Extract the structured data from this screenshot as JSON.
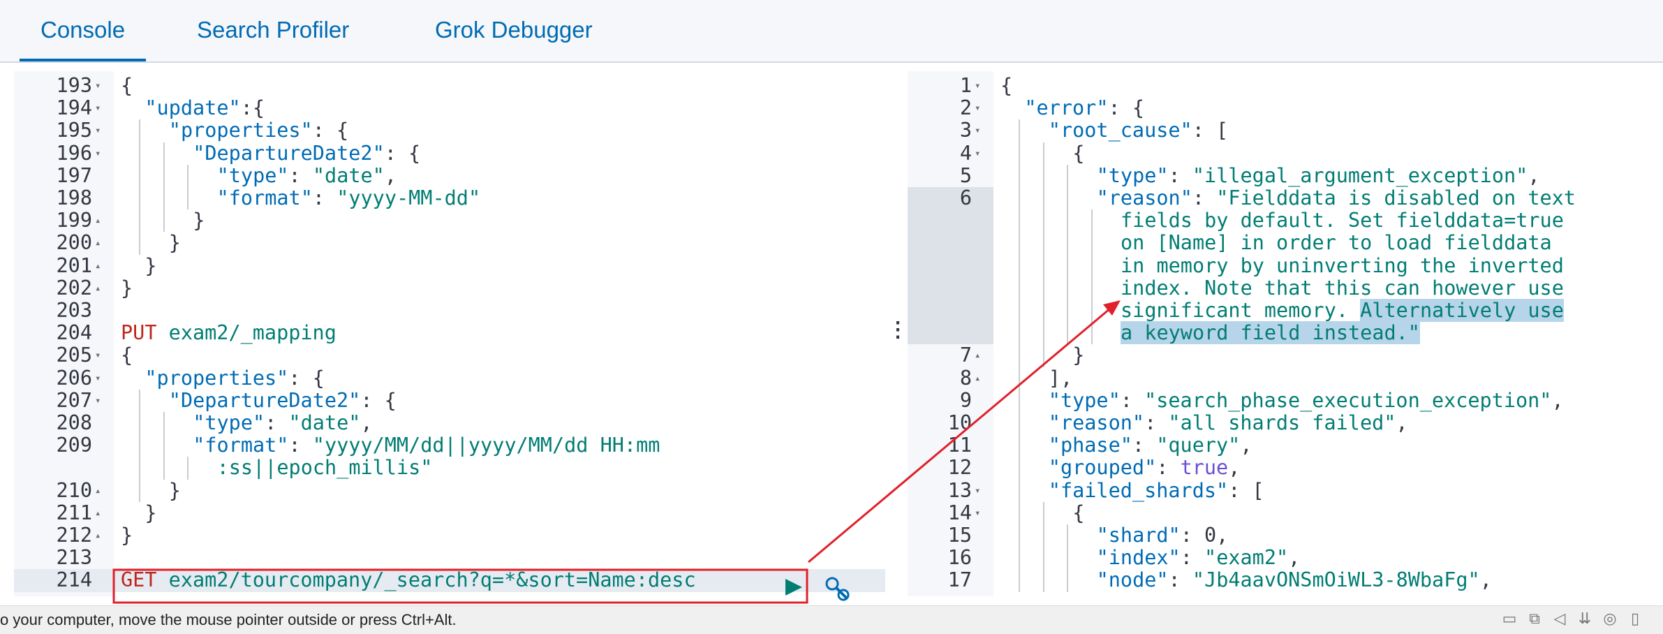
{
  "tabs": [
    "Console",
    "Search Profiler",
    "Grok Debugger"
  ],
  "request_lines": [
    {
      "n": "193",
      "fold": "down",
      "indent": 0,
      "parts": [
        [
          "p",
          "{"
        ]
      ]
    },
    {
      "n": "194",
      "fold": "down",
      "indent": 1,
      "parts": [
        [
          "k",
          "\"update\""
        ],
        [
          "p",
          ":{"
        ]
      ]
    },
    {
      "n": "195",
      "fold": "down",
      "indent": 2,
      "parts": [
        [
          "k",
          "\"properties\""
        ],
        [
          "p",
          ": {"
        ]
      ]
    },
    {
      "n": "196",
      "fold": "down",
      "indent": 3,
      "parts": [
        [
          "k",
          "\"DepartureDate2\""
        ],
        [
          "p",
          ": {"
        ]
      ]
    },
    {
      "n": "197",
      "fold": "",
      "indent": 4,
      "parts": [
        [
          "k",
          "\"type\""
        ],
        [
          "p",
          ": "
        ],
        [
          "s",
          "\"date\""
        ],
        [
          "p",
          ","
        ]
      ]
    },
    {
      "n": "198",
      "fold": "",
      "indent": 4,
      "parts": [
        [
          "k",
          "\"format\""
        ],
        [
          "p",
          ": "
        ],
        [
          "s",
          "\"yyyy-MM-dd\""
        ]
      ]
    },
    {
      "n": "199",
      "fold": "up",
      "indent": 3,
      "parts": [
        [
          "p",
          "}"
        ]
      ]
    },
    {
      "n": "200",
      "fold": "up",
      "indent": 2,
      "parts": [
        [
          "p",
          "}"
        ]
      ]
    },
    {
      "n": "201",
      "fold": "up",
      "indent": 1,
      "parts": [
        [
          "p",
          "}"
        ]
      ]
    },
    {
      "n": "202",
      "fold": "up",
      "indent": 0,
      "parts": [
        [
          "p",
          "}"
        ]
      ]
    },
    {
      "n": "203",
      "fold": "",
      "indent": 0,
      "parts": []
    },
    {
      "n": "204",
      "fold": "",
      "indent": 0,
      "parts": [
        [
          "m",
          "PUT"
        ],
        [
          "p",
          " "
        ],
        [
          "s",
          "exam2/_mapping"
        ]
      ]
    },
    {
      "n": "205",
      "fold": "down",
      "indent": 0,
      "parts": [
        [
          "p",
          "{"
        ]
      ]
    },
    {
      "n": "206",
      "fold": "down",
      "indent": 1,
      "parts": [
        [
          "k",
          "\"properties\""
        ],
        [
          "p",
          ": {"
        ]
      ]
    },
    {
      "n": "207",
      "fold": "down",
      "indent": 2,
      "parts": [
        [
          "k",
          "\"DepartureDate2\""
        ],
        [
          "p",
          ": {"
        ]
      ]
    },
    {
      "n": "208",
      "fold": "",
      "indent": 3,
      "parts": [
        [
          "k",
          "\"type\""
        ],
        [
          "p",
          ": "
        ],
        [
          "s",
          "\"date\""
        ],
        [
          "p",
          ","
        ]
      ]
    },
    {
      "n": "209",
      "fold": "",
      "indent": 3,
      "parts": [
        [
          "k",
          "\"format\""
        ],
        [
          "p",
          ": "
        ],
        [
          "s",
          "\"yyyy/MM/dd||yyyy/MM/dd HH:mm"
        ]
      ]
    },
    {
      "n": "",
      "fold": "",
      "indent": 4,
      "parts": [
        [
          "s",
          ":ss||epoch_millis\""
        ]
      ]
    },
    {
      "n": "210",
      "fold": "up",
      "indent": 2,
      "parts": [
        [
          "p",
          "}"
        ]
      ]
    },
    {
      "n": "211",
      "fold": "up",
      "indent": 1,
      "parts": [
        [
          "p",
          "}"
        ]
      ]
    },
    {
      "n": "212",
      "fold": "up",
      "indent": 0,
      "parts": [
        [
          "p",
          "}"
        ]
      ]
    },
    {
      "n": "213",
      "fold": "",
      "indent": 0,
      "parts": []
    },
    {
      "n": "214",
      "fold": "",
      "indent": 0,
      "parts": [
        [
          "m",
          "GET"
        ],
        [
          "p",
          " "
        ],
        [
          "s",
          "exam2/tourcompany/_search?q=*&sort=Name:desc"
        ]
      ]
    }
  ],
  "response_lines": [
    {
      "n": "1",
      "fold": "down",
      "indent": 0,
      "parts": [
        [
          "p",
          "{"
        ]
      ]
    },
    {
      "n": "2",
      "fold": "down",
      "indent": 1,
      "parts": [
        [
          "k",
          "\"error\""
        ],
        [
          "p",
          ": {"
        ]
      ]
    },
    {
      "n": "3",
      "fold": "down",
      "indent": 2,
      "parts": [
        [
          "k",
          "\"root_cause\""
        ],
        [
          "p",
          ": ["
        ]
      ]
    },
    {
      "n": "4",
      "fold": "down",
      "indent": 3,
      "parts": [
        [
          "p",
          "{"
        ]
      ]
    },
    {
      "n": "5",
      "fold": "",
      "indent": 4,
      "parts": [
        [
          "k",
          "\"type\""
        ],
        [
          "p",
          ": "
        ],
        [
          "s",
          "\"illegal_argument_exception\""
        ],
        [
          "p",
          ","
        ]
      ]
    },
    {
      "n": "6",
      "fold": "",
      "indent": 4,
      "parts": [
        [
          "k",
          "\"reason\""
        ],
        [
          "p",
          ": "
        ],
        [
          "s",
          "\"Fielddata is disabled on text"
        ]
      ]
    },
    {
      "n": "",
      "fold": "",
      "indent": 5,
      "parts": [
        [
          "s",
          "fields by default. Set fielddata=true"
        ]
      ]
    },
    {
      "n": "",
      "fold": "",
      "indent": 5,
      "parts": [
        [
          "s",
          "on [Name] in order to load fielddata"
        ]
      ]
    },
    {
      "n": "",
      "fold": "",
      "indent": 5,
      "parts": [
        [
          "s",
          "in memory by uninverting the inverted"
        ]
      ]
    },
    {
      "n": "",
      "fold": "",
      "indent": 5,
      "parts": [
        [
          "s",
          "index. Note that this can however use"
        ]
      ]
    },
    {
      "n": "",
      "fold": "",
      "indent": 5,
      "parts": [
        [
          "s",
          "significant memory. "
        ],
        [
          "s",
          "Alternatively use"
        ]
      ]
    },
    {
      "n": "",
      "fold": "",
      "indent": 5,
      "parts": [
        [
          "s",
          "a keyword field instead.\""
        ]
      ]
    },
    {
      "n": "7",
      "fold": "up",
      "indent": 3,
      "parts": [
        [
          "p",
          "}"
        ]
      ]
    },
    {
      "n": "8",
      "fold": "up",
      "indent": 2,
      "parts": [
        [
          "p",
          "],"
        ]
      ]
    },
    {
      "n": "9",
      "fold": "",
      "indent": 2,
      "parts": [
        [
          "k",
          "\"type\""
        ],
        [
          "p",
          ": "
        ],
        [
          "s",
          "\"search_phase_execution_exception\""
        ],
        [
          "p",
          ","
        ]
      ]
    },
    {
      "n": "10",
      "fold": "",
      "indent": 2,
      "parts": [
        [
          "k",
          "\"reason\""
        ],
        [
          "p",
          ": "
        ],
        [
          "s",
          "\"all shards failed\""
        ],
        [
          "p",
          ","
        ]
      ]
    },
    {
      "n": "11",
      "fold": "",
      "indent": 2,
      "parts": [
        [
          "k",
          "\"phase\""
        ],
        [
          "p",
          ": "
        ],
        [
          "s",
          "\"query\""
        ],
        [
          "p",
          ","
        ]
      ]
    },
    {
      "n": "12",
      "fold": "",
      "indent": 2,
      "parts": [
        [
          "k",
          "\"grouped\""
        ],
        [
          "p",
          ": "
        ],
        [
          "b",
          "true"
        ],
        [
          "p",
          ","
        ]
      ]
    },
    {
      "n": "13",
      "fold": "down",
      "indent": 2,
      "parts": [
        [
          "k",
          "\"failed_shards\""
        ],
        [
          "p",
          ": ["
        ]
      ]
    },
    {
      "n": "14",
      "fold": "down",
      "indent": 3,
      "parts": [
        [
          "p",
          "{"
        ]
      ]
    },
    {
      "n": "15",
      "fold": "",
      "indent": 4,
      "parts": [
        [
          "k",
          "\"shard\""
        ],
        [
          "p",
          ": 0,"
        ]
      ]
    },
    {
      "n": "16",
      "fold": "",
      "indent": 4,
      "parts": [
        [
          "k",
          "\"index\""
        ],
        [
          "p",
          ": "
        ],
        [
          "s",
          "\"exam2\""
        ],
        [
          "p",
          ","
        ]
      ]
    },
    {
      "n": "17",
      "fold": "",
      "indent": 4,
      "parts": [
        [
          "k",
          "\"node\""
        ],
        [
          "p",
          ": "
        ],
        [
          "s",
          "\"Jb4aavONSmOiWL3-8WbaFg\""
        ],
        [
          "p",
          ","
        ]
      ]
    }
  ],
  "status_text": "o your computer, move the mouse pointer outside or press Ctrl+Alt.",
  "colors": {
    "accent": "#006bb4",
    "string": "#017d73",
    "method": "#bd271e",
    "annotation": "#e0202a"
  },
  "icons": [
    "play-icon",
    "wrench-icon",
    "panel-resize-icon"
  ]
}
